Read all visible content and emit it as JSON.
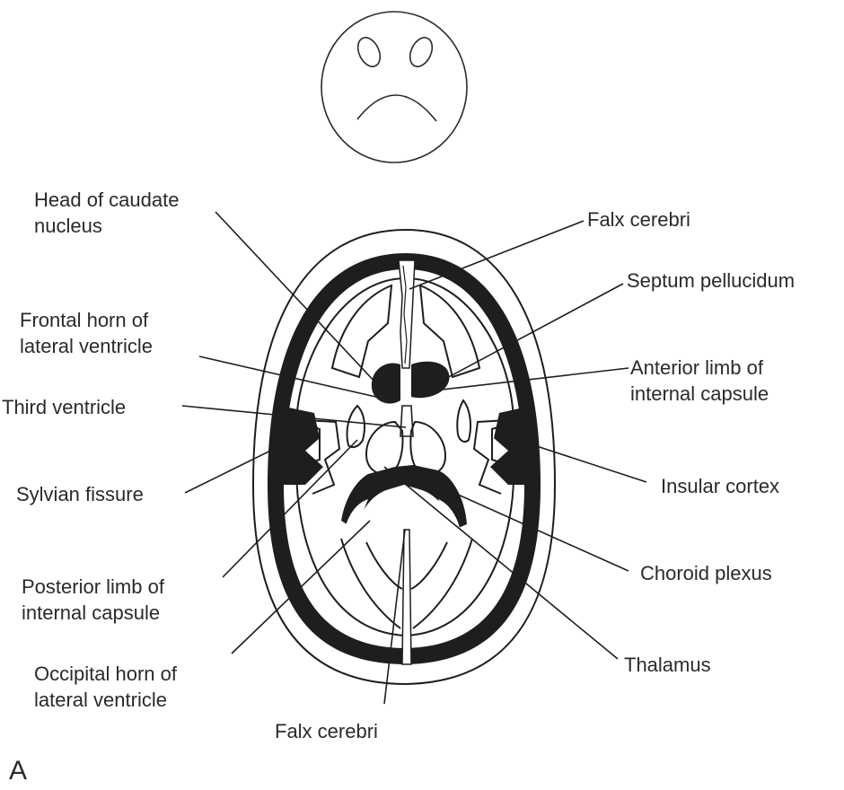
{
  "labels": {
    "head_of_caudate_nucleus": "Head of caudate\nnucleus",
    "falx_cerebri_top": "Falx cerebri",
    "septum_pellucidum": "Septum pellucidum",
    "frontal_horn": "Frontal horn of\nlateral ventricle",
    "anterior_limb": "Anterior limb of\ninternal capsule",
    "third_ventricle": "Third ventricle",
    "insular_cortex": "Insular cortex",
    "sylvian_fissure": "Sylvian fissure",
    "choroid_plexus": "Choroid plexus",
    "posterior_limb": "Posterior limb of\ninternal capsule",
    "thalamus": "Thalamus",
    "occipital_horn": "Occipital horn of\nlateral ventricle",
    "falx_cerebri_bottom": "Falx cerebri"
  },
  "panel_letter": "A",
  "colors": {
    "ink": "#1e1e1e",
    "paper": "#ffffff"
  }
}
